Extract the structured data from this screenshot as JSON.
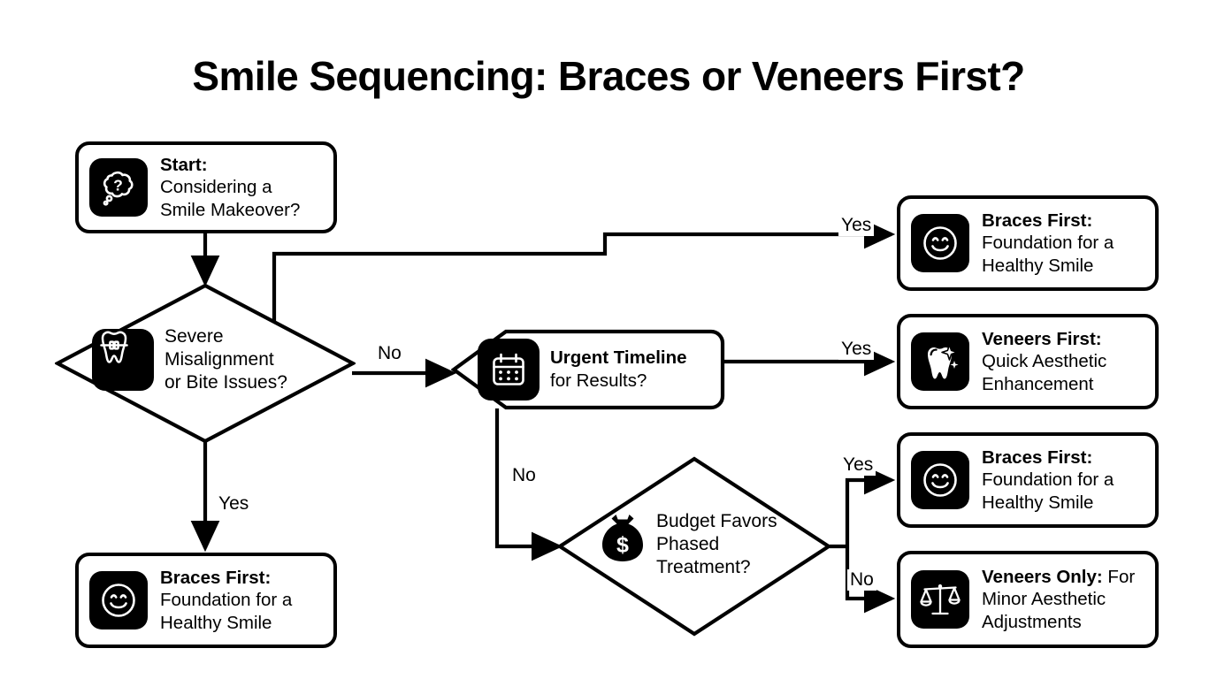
{
  "title": "Smile Sequencing: Braces or Veneers First?",
  "nodes": {
    "start": {
      "icon": "thought-bubble-question-icon",
      "lead": "Start:",
      "line2": "Considering a",
      "line3": "Smile Makeover?"
    },
    "decision_alignment": {
      "icon": "tooth-braces-icon",
      "line1": "Severe",
      "line2": "Misalignment",
      "line3": "or Bite Issues?"
    },
    "decision_timeline": {
      "icon": "calendar-icon",
      "lead": "Urgent Timeline",
      "line2": "for Results?"
    },
    "decision_budget": {
      "icon": "money-bag-icon",
      "line1": "Budget Favors",
      "line2": "Phased",
      "line3": "Treatment?"
    },
    "outcome_braces_top": {
      "icon": "smiley-face-icon",
      "lead": "Braces First:",
      "line2": "Foundation for a",
      "line3": "Healthy Smile"
    },
    "outcome_veneers_first": {
      "icon": "sparkle-tooth-icon",
      "lead": "Veneers First:",
      "line2": "Quick Aesthetic",
      "line3": "Enhancement"
    },
    "outcome_braces_mid": {
      "icon": "smiley-face-icon",
      "lead": "Braces First:",
      "line2": "Foundation for a",
      "line3": "Healthy Smile"
    },
    "outcome_veneers_only": {
      "icon": "balance-scales-icon",
      "lead": "Veneers Only:",
      "lead_tail": " For",
      "line2": "Minor Aesthetic",
      "line3": "Adjustments"
    },
    "outcome_braces_bottom": {
      "icon": "smiley-face-icon",
      "lead": "Braces First:",
      "line2": "Foundation for a",
      "line3": "Healthy Smile"
    }
  },
  "edges": {
    "alignment_yes_top": "Yes",
    "alignment_no": "No",
    "timeline_yes": "Yes",
    "timeline_no": "No",
    "budget_yes": "Yes",
    "budget_no": "No",
    "alignment_yes_down": "Yes"
  },
  "colors": {
    "ink": "#000000",
    "paper": "#ffffff"
  }
}
